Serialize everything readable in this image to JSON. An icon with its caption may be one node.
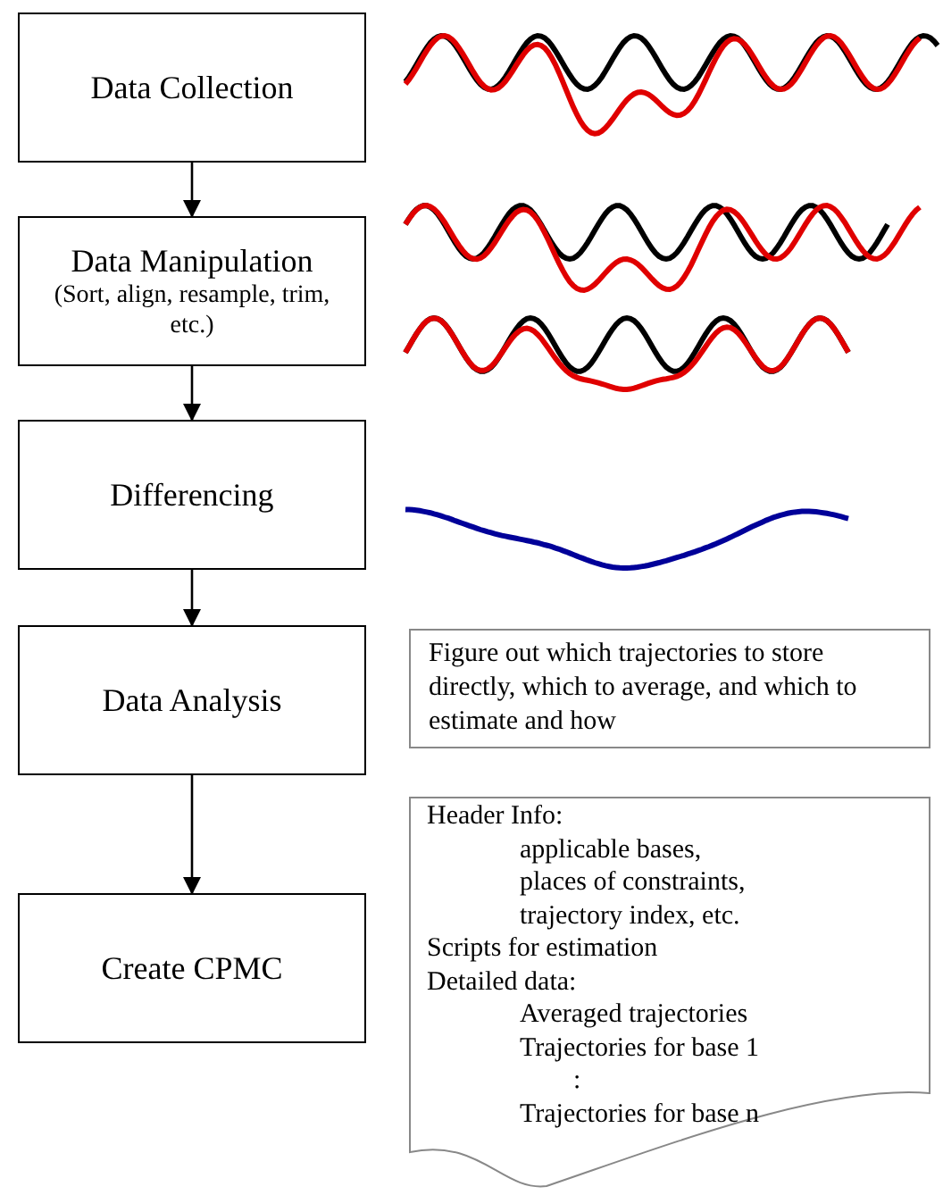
{
  "diagram": {
    "nodes": [
      {
        "text": [
          "Data Collection"
        ]
      },
      {
        "text": [
          "Data Manipulation",
          "(Sort, align, resample, trim, etc.)"
        ]
      },
      {
        "text": [
          "Differencing"
        ]
      },
      {
        "text": [
          "Data Analysis"
        ]
      },
      {
        "text": [
          "Create CPMC"
        ]
      },
      {
        "text": [
          "Figure out which trajectories to store directly, which to average, and which to estimate and how"
        ]
      },
      {
        "text": [
          "Header Info:",
          "applicable bases,",
          "places of constraints,",
          "trajectory index, etc.",
          "Scripts for estimation",
          "Detailed data:",
          "Averaged trajectories",
          "Trajectories for base 1",
          ":",
          "Trajectories for base n"
        ]
      }
    ],
    "edges": [
      {
        "from": 0,
        "to": 1,
        "arrow": "to"
      },
      {
        "from": 1,
        "to": 2,
        "arrow": "to"
      },
      {
        "from": 2,
        "to": 3,
        "arrow": "to"
      },
      {
        "from": 3,
        "to": 4,
        "arrow": "to"
      }
    ]
  }
}
